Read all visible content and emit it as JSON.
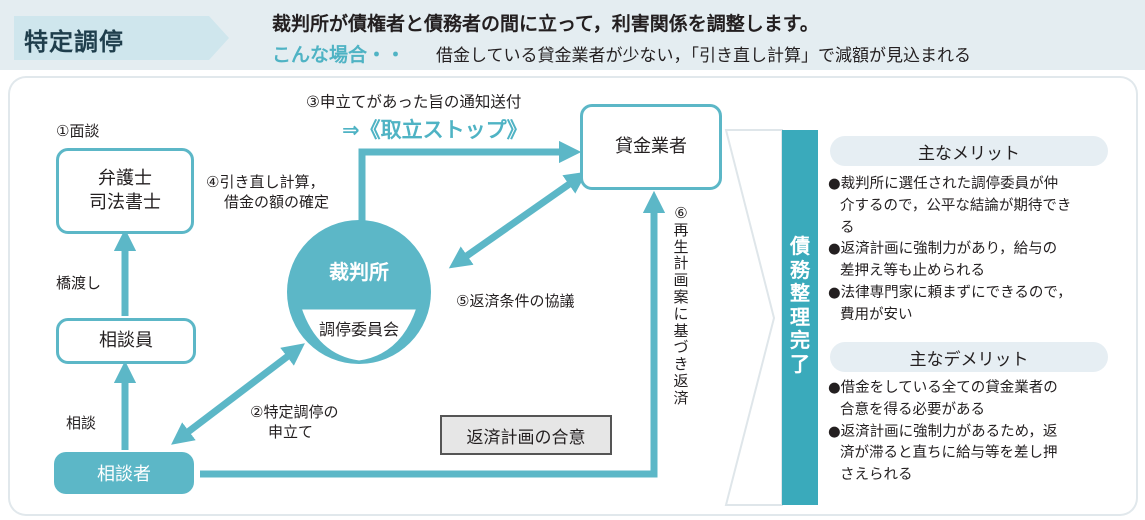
{
  "header": {
    "title": "特定調停",
    "line1": "裁判所が債権者と債務者の間に立って，利害関係を調整します。",
    "case_label": "こんな場合・・",
    "line2": "借金している貸金業者が少ない，「引き直し計算」で減額が見込まれる"
  },
  "diagram": {
    "step1": "①面談",
    "lawyer": [
      "弁護士",
      "司法書士"
    ],
    "bridge": "橋渡し",
    "advisor": "相談員",
    "consult": "相談",
    "client": "相談者",
    "step4": [
      "④引き直し計算，",
      "借金の額の確定"
    ],
    "step3": "③申立てがあった旨の通知送付",
    "stop": "⇒《取立ストップ》",
    "lender": "貸金業者",
    "court": "裁判所",
    "committee": "調停委員会",
    "step5": "⑤返済条件の協議",
    "step2": [
      "②特定調停の",
      "申立て"
    ],
    "step6": "⑥再生計画案に基づき返済",
    "agreement": "返済計画の合意"
  },
  "result": "債務整理完了",
  "merits": {
    "title": "主なメリット",
    "items": [
      [
        "●裁判所に選任された調停委員が仲",
        "介するので，公平な結論が期待でき",
        "る"
      ],
      [
        "●返済計画に強制力があり，給与の",
        "差押え等も止められる"
      ],
      [
        "●法律専門家に頼まずにできるので，",
        "費用が安い"
      ]
    ]
  },
  "demerits": {
    "title": "主なデメリット",
    "items": [
      [
        "●借金をしている全ての貸金業者の",
        "合意を得る必要がある"
      ],
      [
        "●返済計画に強制力があるため，返",
        "済が滞ると直ちに給与等を差し押",
        "さえられる"
      ]
    ]
  },
  "colors": {
    "accent": "#5cb7c7",
    "band": "#3aaabb",
    "title_tag": "#cfe6ed",
    "pill": "#e6eef3"
  }
}
